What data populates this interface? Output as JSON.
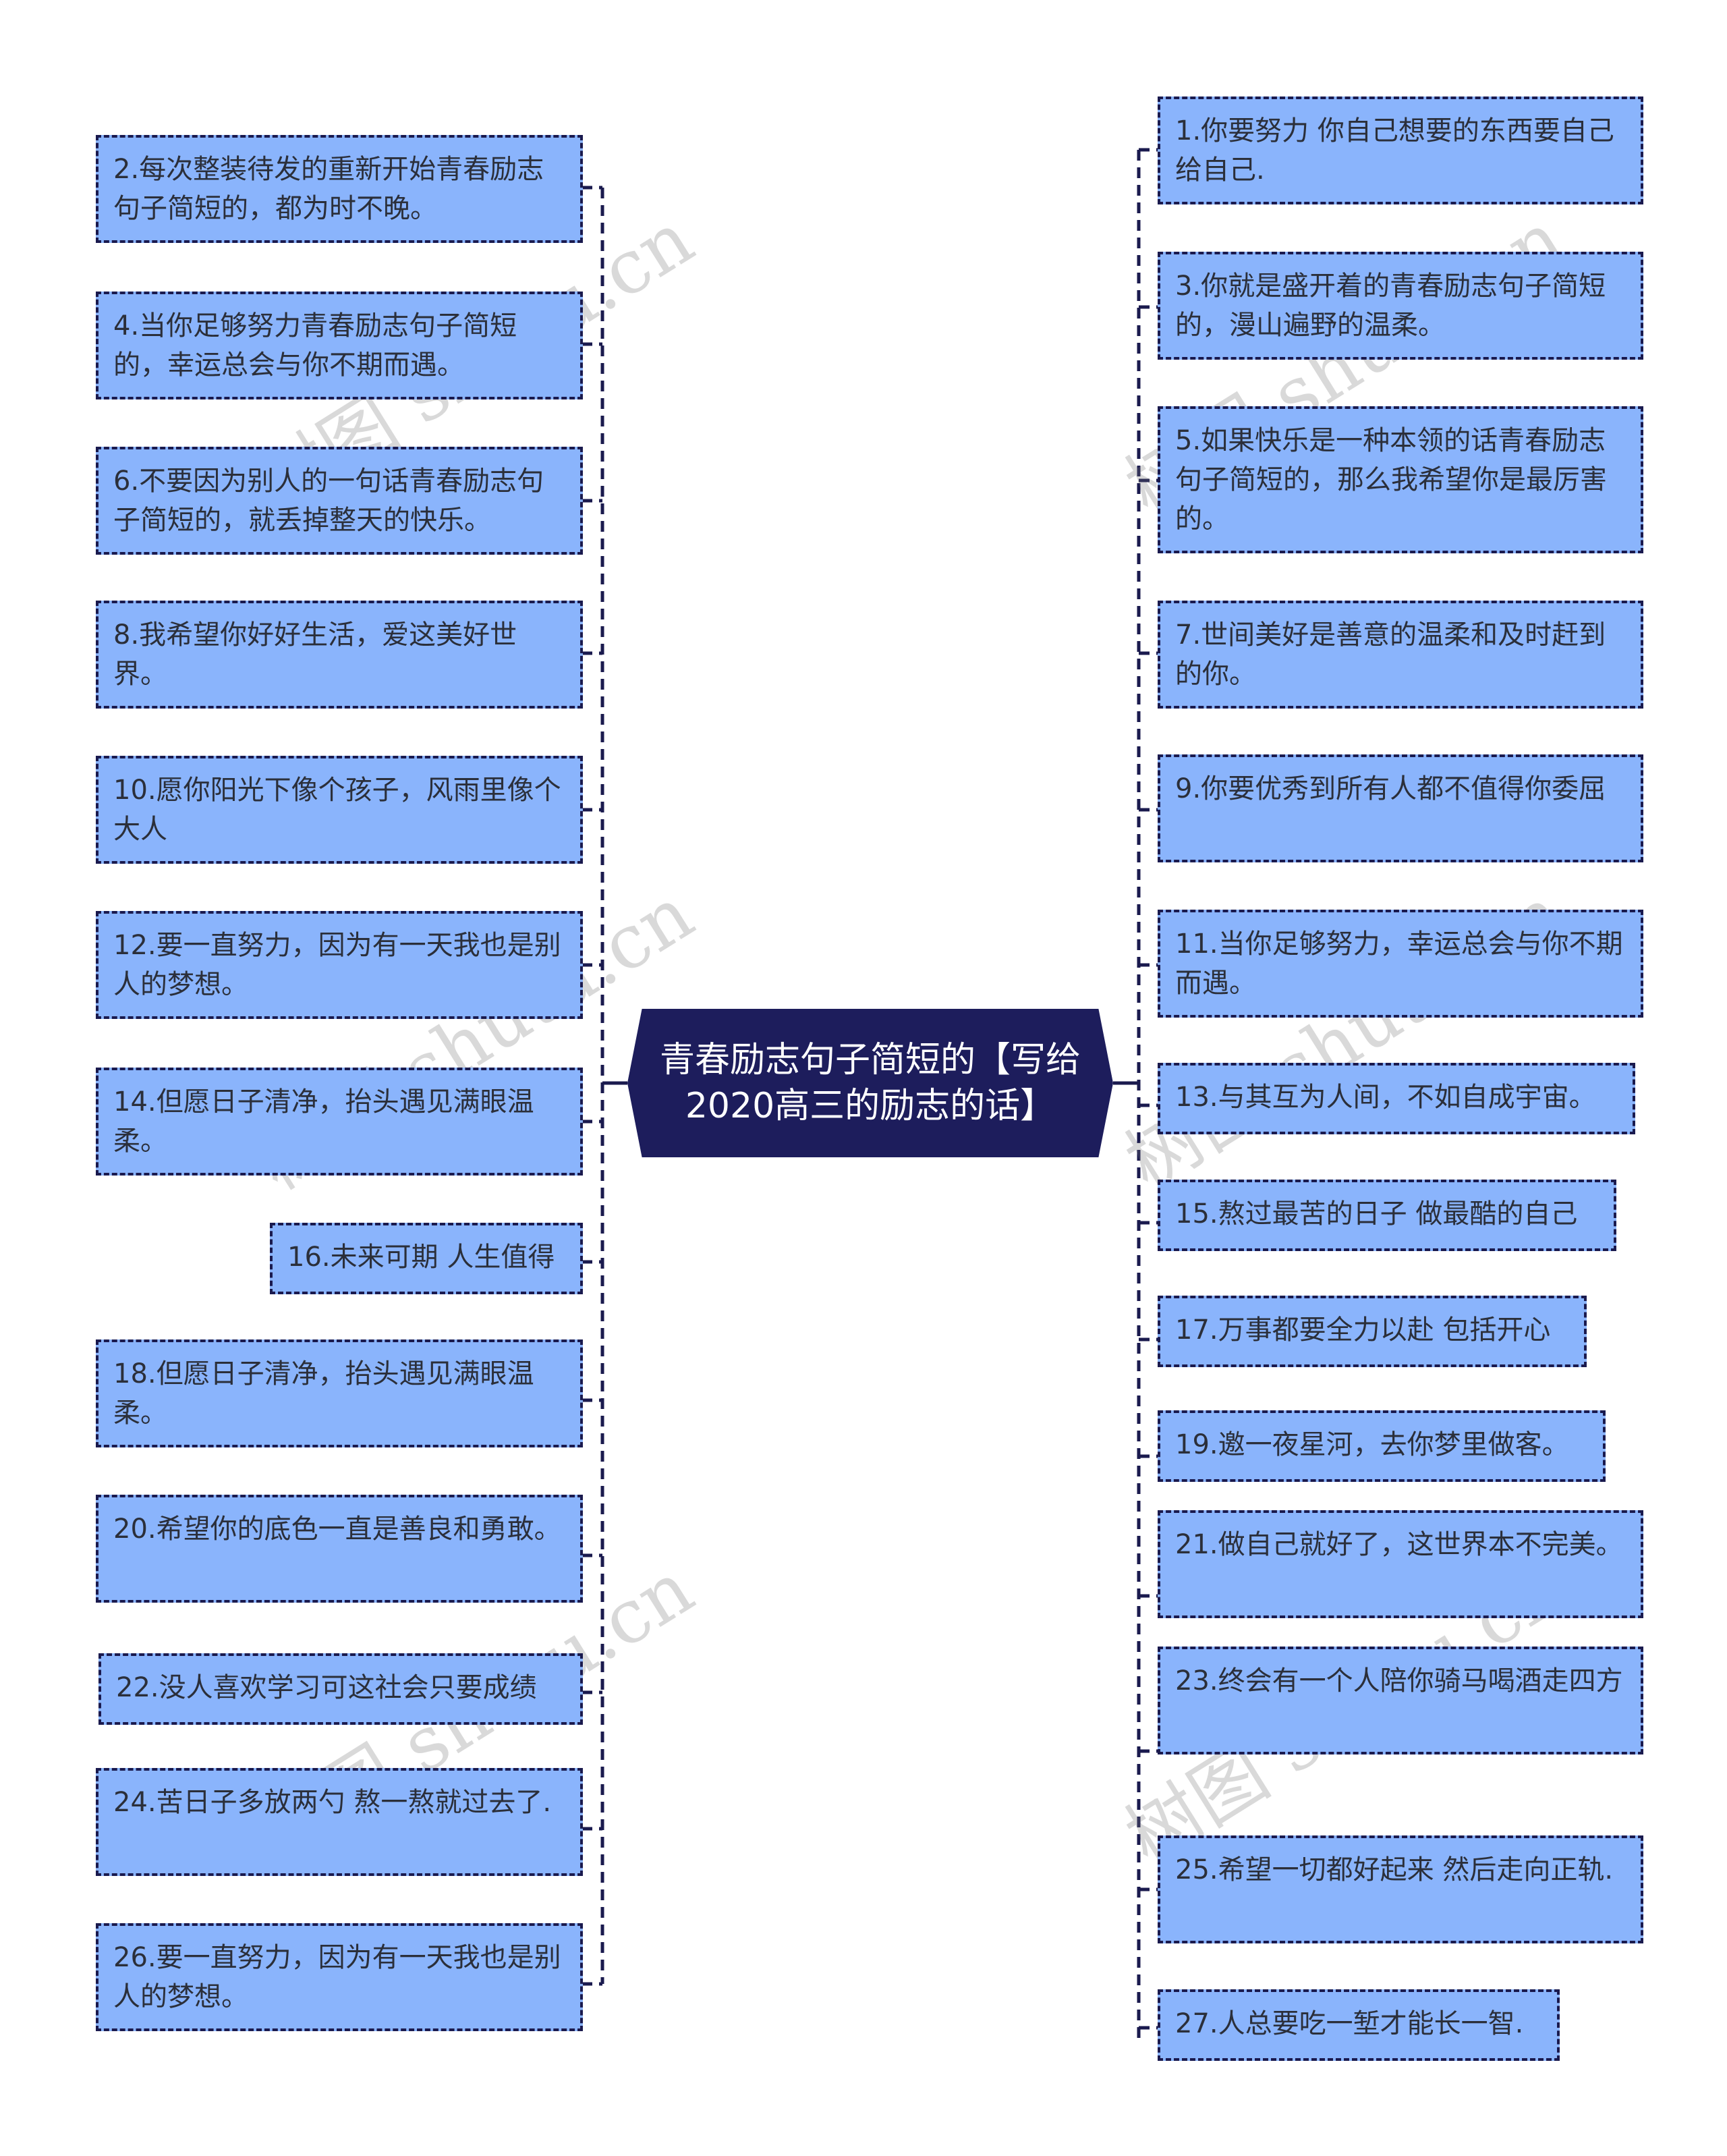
{
  "central_topic": "青春励志句子简短的【写给2020高三的励志的话】",
  "colors": {
    "center_fill": "#1d1d5c",
    "center_text": "#ffffff",
    "node_fill": "#8ab4fc",
    "node_border": "#1a1a4e",
    "node_text": "#2b2f3a",
    "connector": "#1a1a4e"
  },
  "watermark": "树图 shutu.cn",
  "left_branches": [
    {
      "text": "2.每次整装待发的重新开始青春励志句子简短的，都为时不晚。"
    },
    {
      "text": "4.当你足够努力青春励志句子简短的，幸运总会与你不期而遇。"
    },
    {
      "text": "6.不要因为别人的一句话青春励志句子简短的，就丢掉整天的快乐。"
    },
    {
      "text": "8.我希望你好好生活，爱这美好世界。"
    },
    {
      "text": "10.愿你阳光下像个孩子，风雨里像个大人"
    },
    {
      "text": "12.要一直努力，因为有一天我也是别人的梦想。"
    },
    {
      "text": "14.但愿日子清净，抬头遇见满眼温柔。"
    },
    {
      "text": "16.未来可期 人生值得"
    },
    {
      "text": "18.但愿日子清净，抬头遇见满眼温柔。"
    },
    {
      "text": "20.希望你的底色一直是善良和勇敢。"
    },
    {
      "text": "22.没人喜欢学习可这社会只要成绩"
    },
    {
      "text": "24.苦日子多放两勺 熬一熬就过去了."
    },
    {
      "text": "26.要一直努力，因为有一天我也是别人的梦想。"
    }
  ],
  "right_branches": [
    {
      "text": "1.你要努力 你自己想要的东西要自己给自己."
    },
    {
      "text": "3.你就是盛开着的青春励志句子简短的，漫山遍野的温柔。"
    },
    {
      "text": "5.如果快乐是一种本领的话青春励志句子简短的，那么我希望你是最厉害的。"
    },
    {
      "text": "7.世间美好是善意的温柔和及时赶到的你。"
    },
    {
      "text": "9.你要优秀到所有人都不值得你委屈"
    },
    {
      "text": "11.当你足够努力，幸运总会与你不期而遇。"
    },
    {
      "text": "13.与其互为人间，不如自成宇宙。"
    },
    {
      "text": "15.熬过最苦的日子 做最酷的自己"
    },
    {
      "text": "17.万事都要全力以赴 包括开心"
    },
    {
      "text": "19.邀一夜星河，去你梦里做客。"
    },
    {
      "text": "21.做自己就好了，这世界本不完美。"
    },
    {
      "text": "23.终会有一个人陪你骑马喝酒走四方"
    },
    {
      "text": "25.希望一切都好起来 然后走向正轨."
    },
    {
      "text": "27.人总要吃一堑才能长一智."
    }
  ]
}
